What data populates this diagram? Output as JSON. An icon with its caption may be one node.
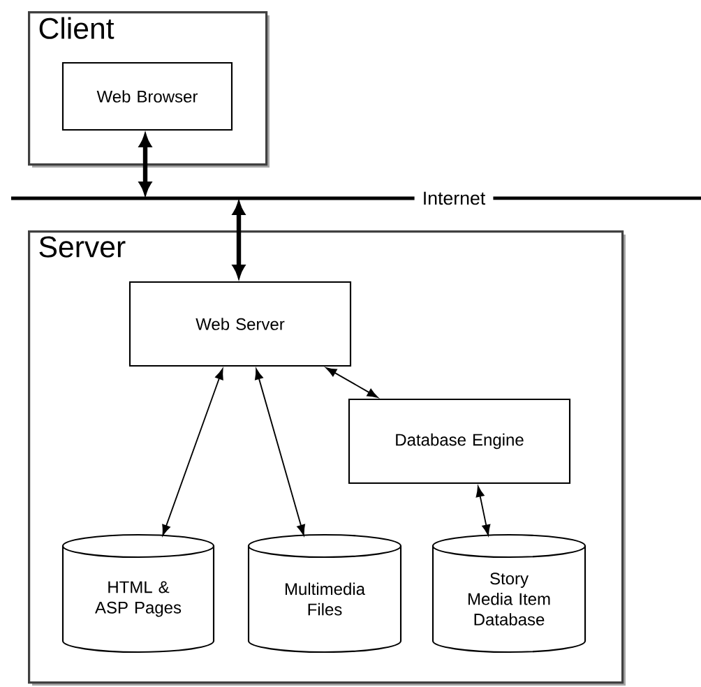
{
  "diagram": {
    "nodes": [
      {
        "text": [
          "Client"
        ]
      },
      {
        "text": [
          "Web Browser"
        ],
        "in": 0
      },
      {
        "text": [
          "Internet"
        ]
      },
      {
        "text": [
          "Server"
        ]
      },
      {
        "text": [
          "Web Server"
        ],
        "in": 3
      },
      {
        "text": [
          "Database Engine"
        ],
        "in": 3
      },
      {
        "text": [
          "HTML & ASP Pages"
        ],
        "in": 3
      },
      {
        "text": [
          "Multimedia Files"
        ],
        "in": 3
      },
      {
        "text": [
          "Story Media Item Database"
        ],
        "in": 3
      }
    ],
    "edges": [
      {
        "from": 1,
        "to": 2,
        "arrow": "both",
        "style": "thick"
      },
      {
        "from": 2,
        "to": 4,
        "arrow": "both",
        "style": "thick"
      },
      {
        "from": 4,
        "to": 6,
        "arrow": "both"
      },
      {
        "from": 4,
        "to": 7,
        "arrow": "both"
      },
      {
        "from": 4,
        "to": 5,
        "arrow": "both"
      },
      {
        "from": 5,
        "to": 8,
        "arrow": "both"
      }
    ]
  }
}
